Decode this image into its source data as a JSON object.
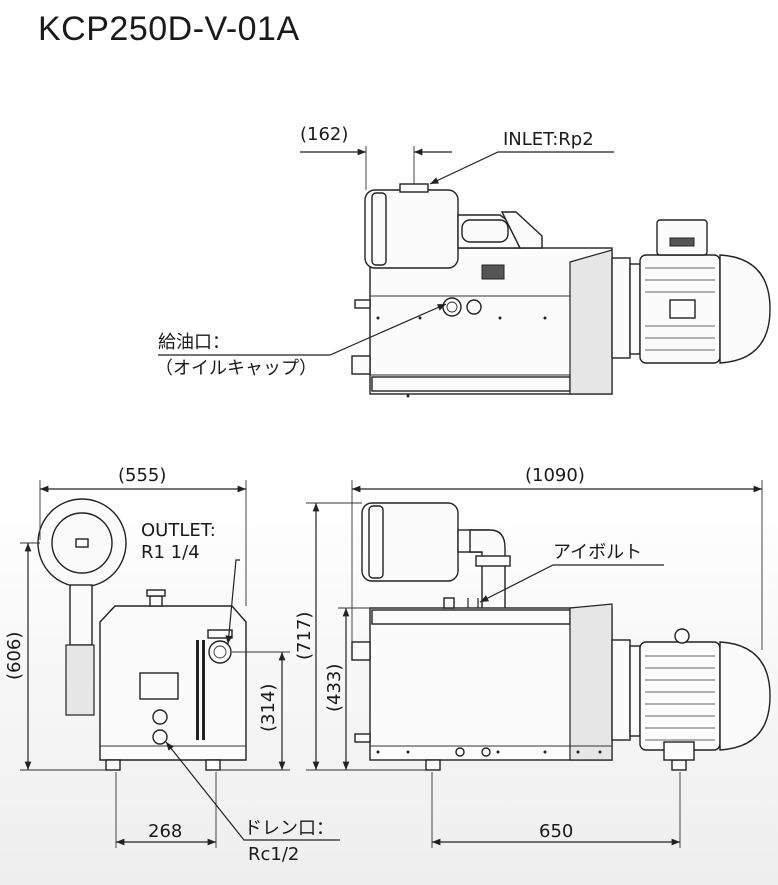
{
  "title": "KCP250D-V-01A",
  "top_view": {
    "dim_offset": "(162)",
    "inlet_label": "INLET:Rp2",
    "oil_port_label_1": "給油口：",
    "oil_port_label_2": "（オイルキャップ）"
  },
  "side_view": {
    "dim_width": "(555)",
    "dim_height": "(606)",
    "dim_outlet_height": "(314)",
    "dim_foot_spacing": "268",
    "outlet_label_1": "OUTLET:",
    "outlet_label_2": "R1 1/4",
    "drain_label_1": "ドレン口：",
    "drain_label_2": "Rc1/2"
  },
  "front_view": {
    "dim_length": "(1090)",
    "dim_height_total": "(717)",
    "dim_height_body": "(433)",
    "dim_foot_spacing": "650",
    "eyebolt_label": "アイボルト"
  }
}
